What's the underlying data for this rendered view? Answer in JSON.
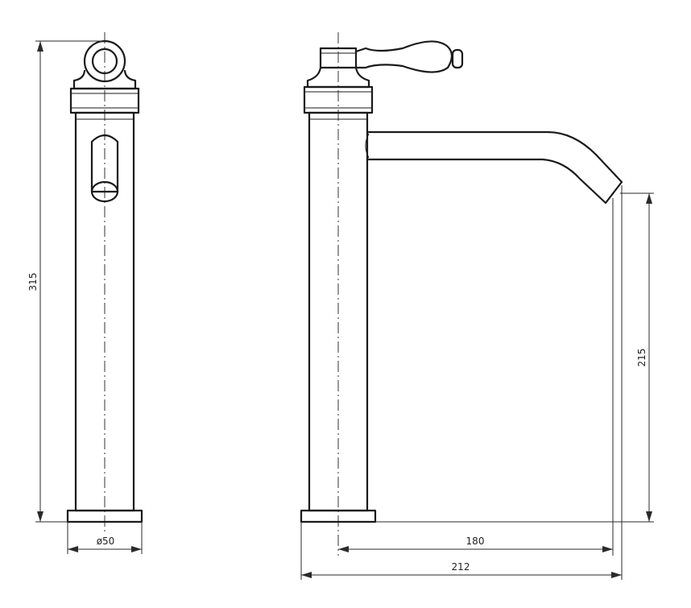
{
  "dimensions": {
    "overall_height": "315",
    "base_diameter": "ø50",
    "spout_height": "215",
    "spout_reach": "180",
    "overall_depth": "212"
  }
}
